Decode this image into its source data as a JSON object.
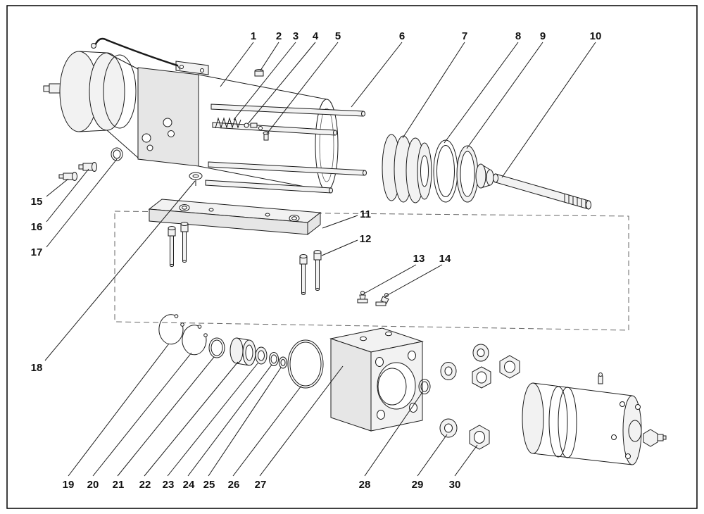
{
  "figure": {
    "kind": "exploded-view parts diagram",
    "background": "#ffffff",
    "line_color": "#1a1a1a",
    "border_color": "#000000"
  },
  "callouts": [
    {
      "label": "1"
    },
    {
      "label": "2"
    },
    {
      "label": "3"
    },
    {
      "label": "4"
    },
    {
      "label": "5"
    },
    {
      "label": "6"
    },
    {
      "label": "7"
    },
    {
      "label": "8"
    },
    {
      "label": "9"
    },
    {
      "label": "10"
    },
    {
      "label": "11"
    },
    {
      "label": "12"
    },
    {
      "label": "13"
    },
    {
      "label": "14"
    },
    {
      "label": "15"
    },
    {
      "label": "16"
    },
    {
      "label": "17"
    },
    {
      "label": "18"
    },
    {
      "label": "19"
    },
    {
      "label": "20"
    },
    {
      "label": "21"
    },
    {
      "label": "22"
    },
    {
      "label": "23"
    },
    {
      "label": "24"
    },
    {
      "label": "25"
    },
    {
      "label": "26"
    },
    {
      "label": "27"
    },
    {
      "label": "28"
    },
    {
      "label": "29"
    },
    {
      "label": "30"
    }
  ]
}
